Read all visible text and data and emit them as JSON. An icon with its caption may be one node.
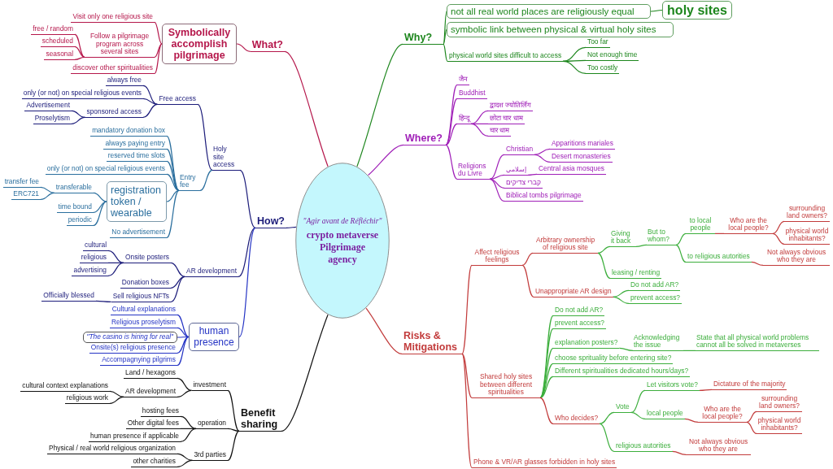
{
  "diagram": {
    "nodes": [
      {
        "text": [
          "\"Agir avant de Réfléchir\"",
          "crypto metaverse Pilgrimage agency"
        ]
      },
      {
        "text": [
          "What?"
        ]
      },
      {
        "text": [
          "Symbolically accomplish pilgrimage"
        ]
      },
      {
        "text": [
          "Visit only one religious site"
        ]
      },
      {
        "text": [
          "Follow a pilgrimage program across several sites"
        ]
      },
      {
        "text": [
          "free / random"
        ]
      },
      {
        "text": [
          "scheduled"
        ]
      },
      {
        "text": [
          "seasonal"
        ]
      },
      {
        "text": [
          "discover other spiritualities"
        ]
      },
      {
        "text": [
          "How?"
        ]
      },
      {
        "text": [
          "Holy site access"
        ]
      },
      {
        "text": [
          "Free access"
        ]
      },
      {
        "text": [
          "always free"
        ]
      },
      {
        "text": [
          "only (or not) on special religious events"
        ]
      },
      {
        "text": [
          "sponsored access"
        ]
      },
      {
        "text": [
          "Advertisement"
        ]
      },
      {
        "text": [
          "Proselytism"
        ]
      },
      {
        "text": [
          "Entry fee"
        ]
      },
      {
        "text": [
          "mandatory donation box"
        ]
      },
      {
        "text": [
          "always paying entry"
        ]
      },
      {
        "text": [
          "reserved time slots"
        ]
      },
      {
        "text": [
          "only (or not) on special religious events"
        ]
      },
      {
        "text": [
          "registration token / wearable"
        ]
      },
      {
        "text": [
          "transferable"
        ]
      },
      {
        "text": [
          "transfer fee"
        ]
      },
      {
        "text": [
          "ERC721"
        ]
      },
      {
        "text": [
          "time bound"
        ]
      },
      {
        "text": [
          "periodic"
        ]
      },
      {
        "text": [
          "No advertisement"
        ]
      },
      {
        "text": [
          "AR development"
        ]
      },
      {
        "text": [
          "Onsite posters"
        ]
      },
      {
        "text": [
          "cultural"
        ]
      },
      {
        "text": [
          "religious"
        ]
      },
      {
        "text": [
          "advertising"
        ]
      },
      {
        "text": [
          "Donation boxes"
        ]
      },
      {
        "text": [
          "Sell religious NFTs"
        ]
      },
      {
        "text": [
          "Officially blessed"
        ]
      },
      {
        "text": [
          "human presence"
        ]
      },
      {
        "text": [
          "Cultural explanations"
        ]
      },
      {
        "text": [
          "Religious proselytism"
        ]
      },
      {
        "text": [
          "\"The casino is hiring for real\""
        ]
      },
      {
        "text": [
          "Onsite(s) religious presence"
        ]
      },
      {
        "text": [
          "Accompagnying pilgrims"
        ]
      },
      {
        "text": [
          "Benefit sharing"
        ]
      },
      {
        "text": [
          "investment"
        ]
      },
      {
        "text": [
          "Land / hexagons"
        ]
      },
      {
        "text": [
          "AR development"
        ]
      },
      {
        "text": [
          "cultural context explanations"
        ]
      },
      {
        "text": [
          "religious work"
        ]
      },
      {
        "text": [
          "operation"
        ]
      },
      {
        "text": [
          "hosting fees"
        ]
      },
      {
        "text": [
          "Other digital fees"
        ]
      },
      {
        "text": [
          "human presence if applicable"
        ]
      },
      {
        "text": [
          "3rd parties"
        ]
      },
      {
        "text": [
          "Physical / real world religious organization"
        ]
      },
      {
        "text": [
          "other charities"
        ]
      },
      {
        "text": [
          "Why?"
        ]
      },
      {
        "text": [
          "not all real world places are religiously equal"
        ]
      },
      {
        "text": [
          "holy sites"
        ]
      },
      {
        "text": [
          "symbolic link between physical & virtual holy sites"
        ]
      },
      {
        "text": [
          "physical world sites difficult to access"
        ]
      },
      {
        "text": [
          "Too far"
        ]
      },
      {
        "text": [
          "Not enough time"
        ]
      },
      {
        "text": [
          "Too costly"
        ]
      },
      {
        "text": [
          "Where?"
        ]
      },
      {
        "text": [
          "जैन"
        ]
      },
      {
        "text": [
          "Buddhist"
        ]
      },
      {
        "text": [
          "हिन्दू"
        ]
      },
      {
        "text": [
          "द्वादश ज्योतिर्लिंग"
        ]
      },
      {
        "text": [
          "छोटा चार धाम"
        ]
      },
      {
        "text": [
          "चार धाम"
        ]
      },
      {
        "text": [
          "Religions du Livre"
        ]
      },
      {
        "text": [
          "Christian"
        ]
      },
      {
        "text": [
          "Apparitions mariales"
        ]
      },
      {
        "text": [
          "Desert monasteries"
        ]
      },
      {
        "text": [
          "إسلامي"
        ]
      },
      {
        "text": [
          "Central asia mosques"
        ]
      },
      {
        "text": [
          "קברי צדיקים"
        ]
      },
      {
        "text": [
          "Biblical tombs pilgrimage"
        ]
      },
      {
        "text": [
          "Risks & Mitigations"
        ]
      },
      {
        "text": [
          "Affect religious feelings"
        ]
      },
      {
        "text": [
          "Arbitrary ownership of religious site"
        ]
      },
      {
        "text": [
          "Giving it back"
        ]
      },
      {
        "text": [
          "But to whom?"
        ]
      },
      {
        "text": [
          "to local people"
        ]
      },
      {
        "text": [
          "Who are the local people?"
        ]
      },
      {
        "text": [
          "surrounding land owners?"
        ]
      },
      {
        "text": [
          "physical world inhabitants?"
        ]
      },
      {
        "text": [
          "to religious autorities"
        ]
      },
      {
        "text": [
          "Not always obvious who they are"
        ]
      },
      {
        "text": [
          "leasing / renting"
        ]
      },
      {
        "text": [
          "Unappropriate AR design"
        ]
      },
      {
        "text": [
          "Do not add AR?"
        ]
      },
      {
        "text": [
          "prevent access?"
        ]
      },
      {
        "text": [
          "Shared holy sites between different spiritualities"
        ]
      },
      {
        "text": [
          "Do not add AR?"
        ]
      },
      {
        "text": [
          "prevent access?"
        ]
      },
      {
        "text": [
          "explanation posters?"
        ]
      },
      {
        "text": [
          "Acknowledging the issue"
        ]
      },
      {
        "text": [
          "State that all physical world problems cannot all be solved in metaverses"
        ]
      },
      {
        "text": [
          "choose sprituality before entering site?"
        ]
      },
      {
        "text": [
          "Different spiritualities dedicated hours/days?"
        ]
      },
      {
        "text": [
          "Who decides?"
        ]
      },
      {
        "text": [
          "Vote"
        ]
      },
      {
        "text": [
          "Let visitors vote?"
        ]
      },
      {
        "text": [
          "Dictature of the majority"
        ]
      },
      {
        "text": [
          "local people"
        ]
      },
      {
        "text": [
          "Who are the local people?"
        ]
      },
      {
        "text": [
          "surrounding land owners?"
        ]
      },
      {
        "text": [
          "physical world inhabitants?"
        ]
      },
      {
        "text": [
          "religious autorities"
        ]
      },
      {
        "text": [
          "Not always obvious who they are"
        ]
      },
      {
        "text": [
          "Phone & VR/AR glasses forbidden in holy sites"
        ]
      }
    ],
    "edges": [
      {
        "from": 0,
        "to": 1,
        "arrow": "none",
        "color": "#b5174b"
      },
      {
        "from": 1,
        "to": 2,
        "arrow": "none",
        "color": "#b5174b"
      },
      {
        "from": 2,
        "to": 3,
        "arrow": "none",
        "color": "#b5174b"
      },
      {
        "from": 2,
        "to": 4,
        "arrow": "none",
        "color": "#b5174b"
      },
      {
        "from": 2,
        "to": 8,
        "arrow": "none",
        "color": "#b5174b"
      },
      {
        "from": 4,
        "to": 5,
        "arrow": "none",
        "color": "#b5174b"
      },
      {
        "from": 4,
        "to": 6,
        "arrow": "none",
        "color": "#b5174b"
      },
      {
        "from": 4,
        "to": 7,
        "arrow": "none",
        "color": "#b5174b"
      },
      {
        "from": 0,
        "to": 9,
        "arrow": "none",
        "color": "#1c1c7a"
      },
      {
        "from": 9,
        "to": 10,
        "arrow": "none",
        "color": "#1c1c7a"
      },
      {
        "from": 10,
        "to": 11,
        "arrow": "none",
        "color": "#1c1c7a"
      },
      {
        "from": 11,
        "to": 12,
        "arrow": "none",
        "color": "#1c1c7a"
      },
      {
        "from": 11,
        "to": 13,
        "arrow": "none",
        "color": "#1c1c7a"
      },
      {
        "from": 11,
        "to": 14,
        "arrow": "none",
        "color": "#1c1c7a"
      },
      {
        "from": 14,
        "to": 15,
        "arrow": "none",
        "color": "#1c1c7a"
      },
      {
        "from": 14,
        "to": 16,
        "arrow": "none",
        "color": "#1c1c7a"
      },
      {
        "from": 10,
        "to": 17,
        "arrow": "none",
        "color": "#2b6f9e"
      },
      {
        "from": 17,
        "to": 18,
        "arrow": "none",
        "color": "#2b6f9e"
      },
      {
        "from": 17,
        "to": 19,
        "arrow": "none",
        "color": "#2b6f9e"
      },
      {
        "from": 17,
        "to": 20,
        "arrow": "none",
        "color": "#2b6f9e"
      },
      {
        "from": 17,
        "to": 21,
        "arrow": "none",
        "color": "#2b6f9e"
      },
      {
        "from": 17,
        "to": 22,
        "arrow": "none",
        "color": "#2b6f9e"
      },
      {
        "from": 22,
        "to": 23,
        "arrow": "none",
        "color": "#2b6f9e"
      },
      {
        "from": 23,
        "to": 24,
        "arrow": "none",
        "color": "#2b6f9e"
      },
      {
        "from": 23,
        "to": 25,
        "arrow": "none",
        "color": "#2b6f9e"
      },
      {
        "from": 22,
        "to": 26,
        "arrow": "none",
        "color": "#2b6f9e"
      },
      {
        "from": 22,
        "to": 27,
        "arrow": "none",
        "color": "#2b6f9e"
      },
      {
        "from": 17,
        "to": 28,
        "arrow": "none",
        "color": "#2b6f9e"
      },
      {
        "from": 9,
        "to": 29,
        "arrow": "none",
        "color": "#1c1c7a"
      },
      {
        "from": 29,
        "to": 30,
        "arrow": "none",
        "color": "#1c1c7a"
      },
      {
        "from": 30,
        "to": 31,
        "arrow": "none",
        "color": "#1c1c7a"
      },
      {
        "from": 30,
        "to": 32,
        "arrow": "none",
        "color": "#1c1c7a"
      },
      {
        "from": 30,
        "to": 33,
        "arrow": "none",
        "color": "#1c1c7a"
      },
      {
        "from": 29,
        "to": 34,
        "arrow": "none",
        "color": "#1c1c7a"
      },
      {
        "from": 29,
        "to": 35,
        "arrow": "none",
        "color": "#1c1c7a"
      },
      {
        "from": 35,
        "to": 36,
        "arrow": "none",
        "color": "#1c1c7a"
      },
      {
        "from": 9,
        "to": 37,
        "arrow": "none",
        "color": "#2433c4"
      },
      {
        "from": 37,
        "to": 38,
        "arrow": "none",
        "color": "#2433c4"
      },
      {
        "from": 37,
        "to": 39,
        "arrow": "none",
        "color": "#2433c4"
      },
      {
        "from": 37,
        "to": 40,
        "arrow": "none",
        "color": "#2433c4"
      },
      {
        "from": 37,
        "to": 41,
        "arrow": "none",
        "color": "#2433c4"
      },
      {
        "from": 37,
        "to": 42,
        "arrow": "none",
        "color": "#2433c4"
      },
      {
        "from": 0,
        "to": 43,
        "arrow": "none",
        "color": "#111111"
      },
      {
        "from": 43,
        "to": 44,
        "arrow": "none",
        "color": "#111111"
      },
      {
        "from": 44,
        "to": 45,
        "arrow": "none",
        "color": "#111111"
      },
      {
        "from": 44,
        "to": 46,
        "arrow": "none",
        "color": "#111111"
      },
      {
        "from": 46,
        "to": 47,
        "arrow": "none",
        "color": "#111111"
      },
      {
        "from": 46,
        "to": 48,
        "arrow": "none",
        "color": "#111111"
      },
      {
        "from": 43,
        "to": 49,
        "arrow": "none",
        "color": "#111111"
      },
      {
        "from": 49,
        "to": 50,
        "arrow": "none",
        "color": "#111111"
      },
      {
        "from": 49,
        "to": 51,
        "arrow": "none",
        "color": "#111111"
      },
      {
        "from": 49,
        "to": 52,
        "arrow": "none",
        "color": "#111111"
      },
      {
        "from": 43,
        "to": 53,
        "arrow": "none",
        "color": "#111111"
      },
      {
        "from": 53,
        "to": 54,
        "arrow": "none",
        "color": "#111111"
      },
      {
        "from": 53,
        "to": 55,
        "arrow": "none",
        "color": "#111111"
      },
      {
        "from": 0,
        "to": 56,
        "arrow": "none",
        "color": "#1d861d"
      },
      {
        "from": 56,
        "to": 57,
        "arrow": "none",
        "color": "#1d861d"
      },
      {
        "from": 57,
        "to": 58,
        "arrow": "none",
        "color": "#1d861d"
      },
      {
        "from": 56,
        "to": 59,
        "arrow": "none",
        "color": "#1d861d"
      },
      {
        "from": 56,
        "to": 60,
        "arrow": "none",
        "color": "#1d861d"
      },
      {
        "from": 60,
        "to": 61,
        "arrow": "none",
        "color": "#1d861d"
      },
      {
        "from": 60,
        "to": 62,
        "arrow": "none",
        "color": "#1d861d"
      },
      {
        "from": 60,
        "to": 63,
        "arrow": "none",
        "color": "#1d861d"
      },
      {
        "from": 0,
        "to": 64,
        "arrow": "none",
        "color": "#a020b8"
      },
      {
        "from": 64,
        "to": 65,
        "arrow": "none",
        "color": "#a020b8"
      },
      {
        "from": 64,
        "to": 66,
        "arrow": "none",
        "color": "#a020b8"
      },
      {
        "from": 64,
        "to": 67,
        "arrow": "none",
        "color": "#a020b8"
      },
      {
        "from": 67,
        "to": 68,
        "arrow": "none",
        "color": "#a020b8"
      },
      {
        "from": 67,
        "to": 69,
        "arrow": "none",
        "color": "#a020b8"
      },
      {
        "from": 67,
        "to": 70,
        "arrow": "none",
        "color": "#a020b8"
      },
      {
        "from": 64,
        "to": 71,
        "arrow": "none",
        "color": "#a020b8"
      },
      {
        "from": 71,
        "to": 72,
        "arrow": "none",
        "color": "#a020b8"
      },
      {
        "from": 72,
        "to": 73,
        "arrow": "none",
        "color": "#a020b8"
      },
      {
        "from": 72,
        "to": 74,
        "arrow": "none",
        "color": "#a020b8"
      },
      {
        "from": 71,
        "to": 75,
        "arrow": "none",
        "color": "#a020b8"
      },
      {
        "from": 75,
        "to": 76,
        "arrow": "none",
        "color": "#a020b8"
      },
      {
        "from": 71,
        "to": 77,
        "arrow": "none",
        "color": "#a020b8"
      },
      {
        "from": 71,
        "to": 78,
        "arrow": "none",
        "color": "#a020b8"
      },
      {
        "from": 0,
        "to": 79,
        "arrow": "none",
        "color": "#c23b3b"
      },
      {
        "from": 79,
        "to": 80,
        "arrow": "none",
        "color": "#c23b3b"
      },
      {
        "from": 80,
        "to": 81,
        "arrow": "none",
        "color": "#c23b3b"
      },
      {
        "from": 81,
        "to": 82,
        "arrow": "none"
      },
      {
        "from": 82,
        "to": 83,
        "arrow": "none"
      },
      {
        "from": 83,
        "to": 84,
        "arrow": "none"
      },
      {
        "from": 84,
        "to": 85,
        "arrow": "none",
        "color": "#c23b3b"
      },
      {
        "from": 85,
        "to": 86,
        "arrow": "none",
        "color": "#c23b3b"
      },
      {
        "from": 85,
        "to": 87,
        "arrow": "none",
        "color": "#c23b3b"
      },
      {
        "from": 83,
        "to": 88,
        "arrow": "none"
      },
      {
        "from": 88,
        "to": 89,
        "arrow": "none",
        "color": "#c23b3b"
      },
      {
        "from": 81,
        "to": 90,
        "arrow": "none"
      },
      {
        "from": 80,
        "to": 91,
        "arrow": "none",
        "color": "#c23b3b"
      },
      {
        "from": 91,
        "to": 92,
        "arrow": "none"
      },
      {
        "from": 91,
        "to": 93,
        "arrow": "none"
      },
      {
        "from": 79,
        "to": 94,
        "arrow": "none",
        "color": "#c23b3b"
      },
      {
        "from": 94,
        "to": 95,
        "arrow": "none"
      },
      {
        "from": 94,
        "to": 96,
        "arrow": "none"
      },
      {
        "from": 94,
        "to": 97,
        "arrow": "none"
      },
      {
        "from": 97,
        "to": 98,
        "arrow": "none"
      },
      {
        "from": 98,
        "to": 99,
        "arrow": "none"
      },
      {
        "from": 94,
        "to": 100,
        "arrow": "none"
      },
      {
        "from": 94,
        "to": 101,
        "arrow": "none"
      },
      {
        "from": 94,
        "to": 102,
        "arrow": "none",
        "color": "#c23b3b"
      },
      {
        "from": 102,
        "to": 103,
        "arrow": "none"
      },
      {
        "from": 103,
        "to": 104,
        "arrow": "none"
      },
      {
        "from": 104,
        "to": 105,
        "arrow": "none",
        "color": "#c23b3b"
      },
      {
        "from": 103,
        "to": 106,
        "arrow": "none"
      },
      {
        "from": 106,
        "to": 107,
        "arrow": "none",
        "color": "#c23b3b"
      },
      {
        "from": 107,
        "to": 108,
        "arrow": "none",
        "color": "#c23b3b"
      },
      {
        "from": 107,
        "to": 109,
        "arrow": "none",
        "color": "#c23b3b"
      },
      {
        "from": 102,
        "to": 110,
        "arrow": "none"
      },
      {
        "from": 110,
        "to": 111,
        "arrow": "none",
        "color": "#c23b3b"
      },
      {
        "from": 79,
        "to": 112,
        "arrow": "none",
        "color": "#c23b3b"
      }
    ]
  }
}
